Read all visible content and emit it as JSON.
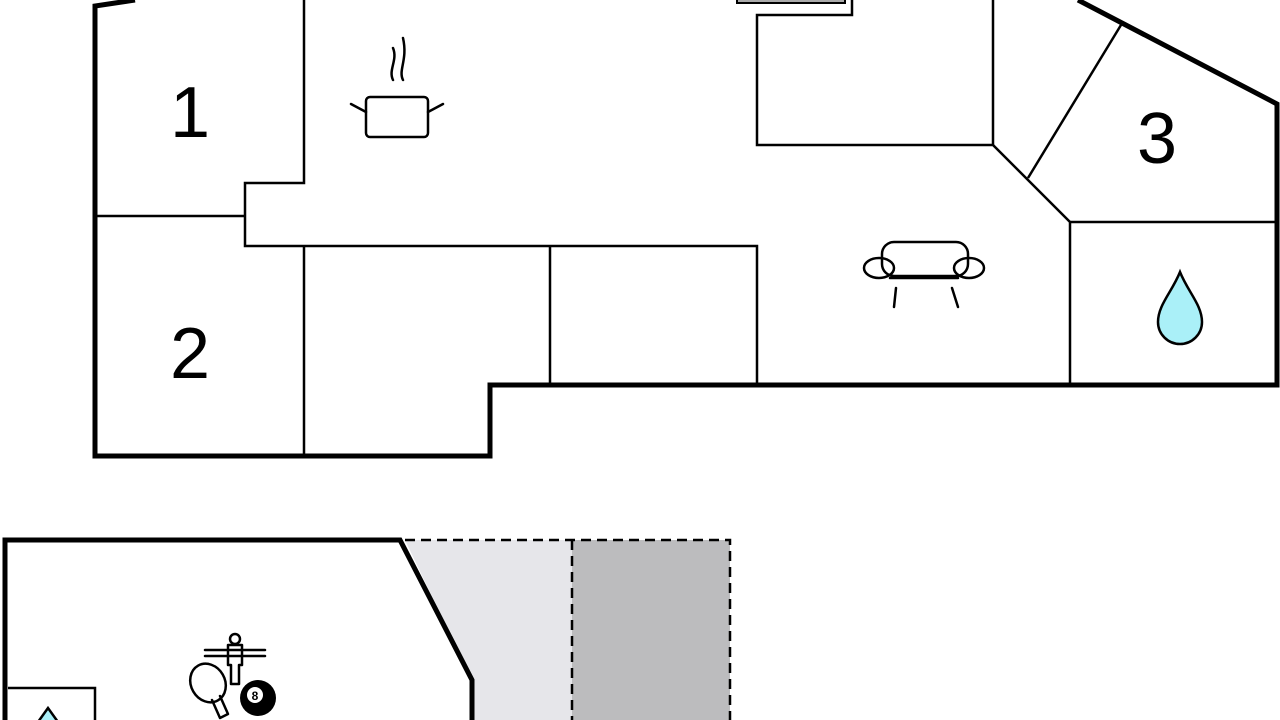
{
  "floor_plan": {
    "room_labels": [
      "1",
      "2",
      "3"
    ],
    "billiard_ball_number": "8",
    "icons": [
      "cooking-pot-icon",
      "sofa-icon",
      "water-drop-icon",
      "table-tennis-icon",
      "foosball-icon",
      "billiard-ball-icon",
      "stairs-icon"
    ],
    "colors": {
      "wall": "#000000",
      "water": "#aaf0f8",
      "outdoor_light": "#e6e6ea",
      "outdoor_dark": "#bcbcbe"
    }
  }
}
